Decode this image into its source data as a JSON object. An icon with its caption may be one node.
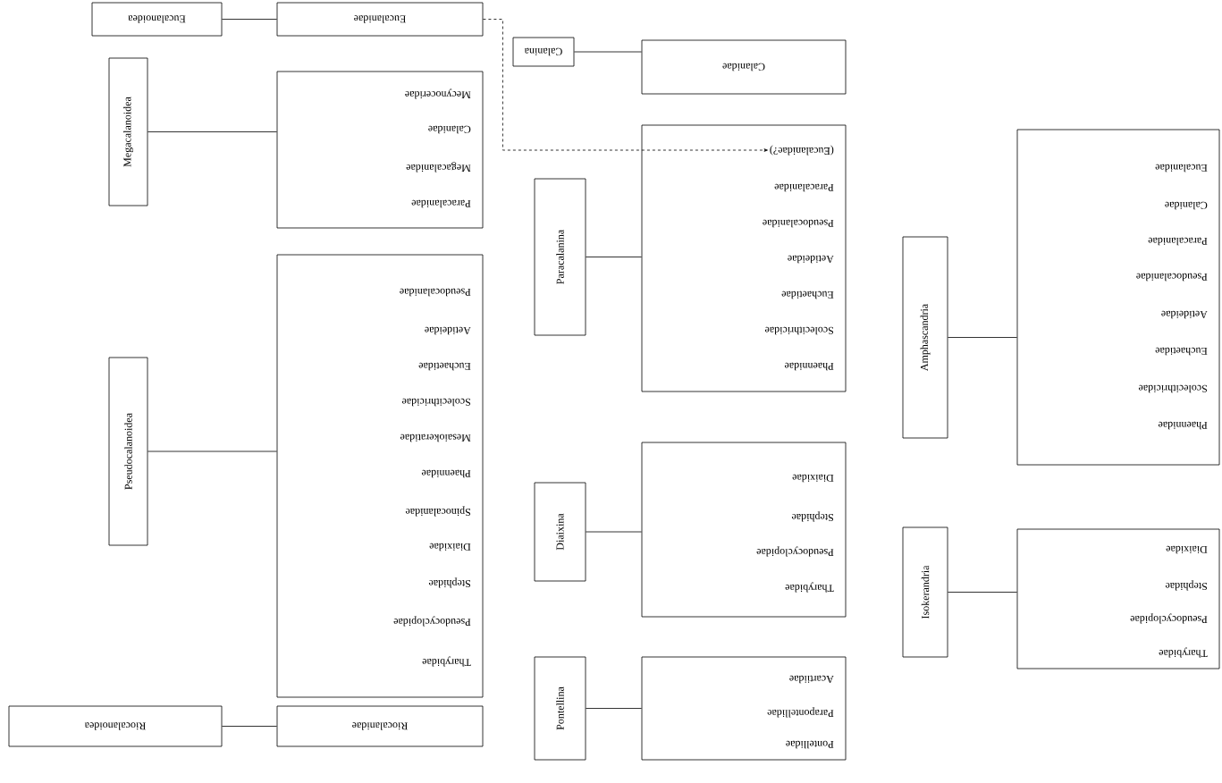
{
  "diagram": {
    "nodes": [
      {
        "text": [
          "Eucalanoidea"
        ]
      },
      {
        "text": [
          "Eucalanidae"
        ]
      },
      {
        "text": [
          "Megacalanoidea"
        ]
      },
      {
        "text": [],
        "shape": "box"
      },
      {
        "text": [
          "Mecynoceridae"
        ],
        "in": 3
      },
      {
        "text": [
          "Calanidae"
        ],
        "in": 3
      },
      {
        "text": [
          "Megacalanidae"
        ],
        "in": 3
      },
      {
        "text": [
          "Paracalanidae"
        ],
        "in": 3
      },
      {
        "text": [
          "Pseudocalanoidea"
        ]
      },
      {
        "text": [],
        "shape": "box"
      },
      {
        "text": [
          "Pseudocalanidae"
        ],
        "in": 9
      },
      {
        "text": [
          "Aetideidae"
        ],
        "in": 9
      },
      {
        "text": [
          "Euchaetidae"
        ],
        "in": 9
      },
      {
        "text": [
          "Scolecithricidae"
        ],
        "in": 9
      },
      {
        "text": [
          "Mesaiokeratidae"
        ],
        "in": 9
      },
      {
        "text": [
          "Phaennidae"
        ],
        "in": 9
      },
      {
        "text": [
          "Spinocalanidae"
        ],
        "in": 9
      },
      {
        "text": [
          "Diaixidae"
        ],
        "in": 9
      },
      {
        "text": [
          "Stephidae"
        ],
        "in": 9
      },
      {
        "text": [
          "Pseudocyclopidae"
        ],
        "in": 9
      },
      {
        "text": [
          "Tharybidae"
        ],
        "in": 9
      },
      {
        "text": [
          "Riocalanoidea"
        ]
      },
      {
        "text": [
          "Riocalanidae"
        ]
      },
      {
        "text": [
          "Calanina"
        ]
      },
      {
        "text": [
          "Calanidae"
        ]
      },
      {
        "text": [
          "Paracalanina"
        ]
      },
      {
        "text": [],
        "shape": "box"
      },
      {
        "text": [
          "(Eucalanidae?)"
        ],
        "in": 26
      },
      {
        "text": [
          "Paracalanidae"
        ],
        "in": 26
      },
      {
        "text": [
          "Pseudocalanidae"
        ],
        "in": 26
      },
      {
        "text": [
          "Aetideidae"
        ],
        "in": 26
      },
      {
        "text": [
          "Euchaetidae"
        ],
        "in": 26
      },
      {
        "text": [
          "Scolecithricidae"
        ],
        "in": 26
      },
      {
        "text": [
          "Phaennidae"
        ],
        "in": 26
      },
      {
        "text": [
          "Diaixina"
        ]
      },
      {
        "text": [],
        "shape": "box"
      },
      {
        "text": [
          "Diaixidae"
        ],
        "in": 35
      },
      {
        "text": [
          "Stephidae"
        ],
        "in": 35
      },
      {
        "text": [
          "Pseudocyclopidae"
        ],
        "in": 35
      },
      {
        "text": [
          "Tharybidae"
        ],
        "in": 35
      },
      {
        "text": [
          "Pontellina"
        ]
      },
      {
        "text": [],
        "shape": "box"
      },
      {
        "text": [
          "Acartiidae"
        ],
        "in": 41
      },
      {
        "text": [
          "Parapontellidae"
        ],
        "in": 41
      },
      {
        "text": [
          "Pontellidae"
        ],
        "in": 41
      },
      {
        "text": [
          "Amphascandria"
        ]
      },
      {
        "text": [],
        "shape": "box"
      },
      {
        "text": [
          "Eucalanidae"
        ],
        "in": 46
      },
      {
        "text": [
          "Calanidae"
        ],
        "in": 46
      },
      {
        "text": [
          "Paracalanidae"
        ],
        "in": 46
      },
      {
        "text": [
          "Pseudocalanidae"
        ],
        "in": 46
      },
      {
        "text": [
          "Aetideidae"
        ],
        "in": 46
      },
      {
        "text": [
          "Euchaetidae"
        ],
        "in": 46
      },
      {
        "text": [
          "Scolecithricidae"
        ],
        "in": 46
      },
      {
        "text": [
          "Phaennidae"
        ],
        "in": 46
      },
      {
        "text": [
          "Isokerandria"
        ]
      },
      {
        "text": [],
        "shape": "box"
      },
      {
        "text": [
          "Diaixidae"
        ],
        "in": 56
      },
      {
        "text": [
          "Stephidae"
        ],
        "in": 56
      },
      {
        "text": [
          "Pseudocyclopidae"
        ],
        "in": 56
      },
      {
        "text": [
          "Tharybidae"
        ],
        "in": 56
      }
    ],
    "edges": [
      {
        "from": 0,
        "to": 1,
        "arrow": "none"
      },
      {
        "from": 2,
        "to": 3,
        "arrow": "none"
      },
      {
        "from": 8,
        "to": 9,
        "arrow": "none"
      },
      {
        "from": 21,
        "to": 22,
        "arrow": "none"
      },
      {
        "from": 23,
        "to": 24,
        "arrow": "none"
      },
      {
        "from": 25,
        "to": 26,
        "arrow": "none"
      },
      {
        "from": 34,
        "to": 35,
        "arrow": "none"
      },
      {
        "from": 40,
        "to": 41,
        "arrow": "none"
      },
      {
        "from": 45,
        "to": 46,
        "arrow": "none"
      },
      {
        "from": 55,
        "to": 56,
        "arrow": "none"
      },
      {
        "from": 1,
        "to": 27,
        "arrow": "to",
        "style": "dashed"
      }
    ]
  }
}
